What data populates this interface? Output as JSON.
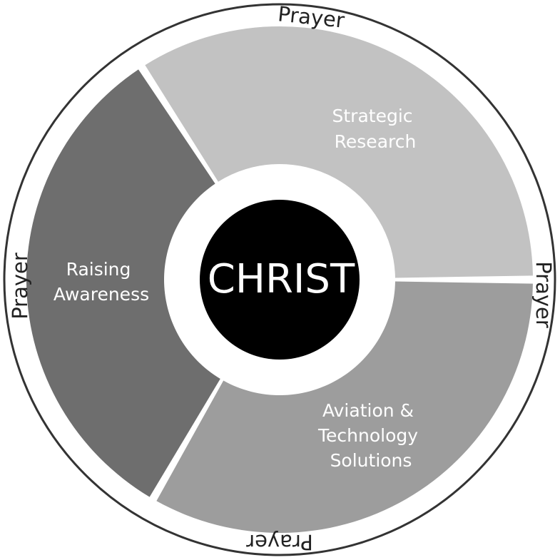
{
  "center": {
    "label": "CHRIST",
    "color": "#000000"
  },
  "ring": {
    "label_top": "Prayer",
    "label_right": "Prayer",
    "label_bottom": "Prayer",
    "label_left": "Prayer",
    "border_color": "#333333"
  },
  "segments": [
    {
      "id": "strategic-research",
      "lines": [
        "Strategic",
        "Research"
      ],
      "color": "#c2c2c2"
    },
    {
      "id": "aviation-technology",
      "lines": [
        "Aviation &",
        "Technology",
        "Solutions"
      ],
      "color": "#9d9d9d"
    },
    {
      "id": "raising-awareness",
      "lines": [
        "Raising",
        "Awareness"
      ],
      "color": "#6e6e6e"
    }
  ]
}
